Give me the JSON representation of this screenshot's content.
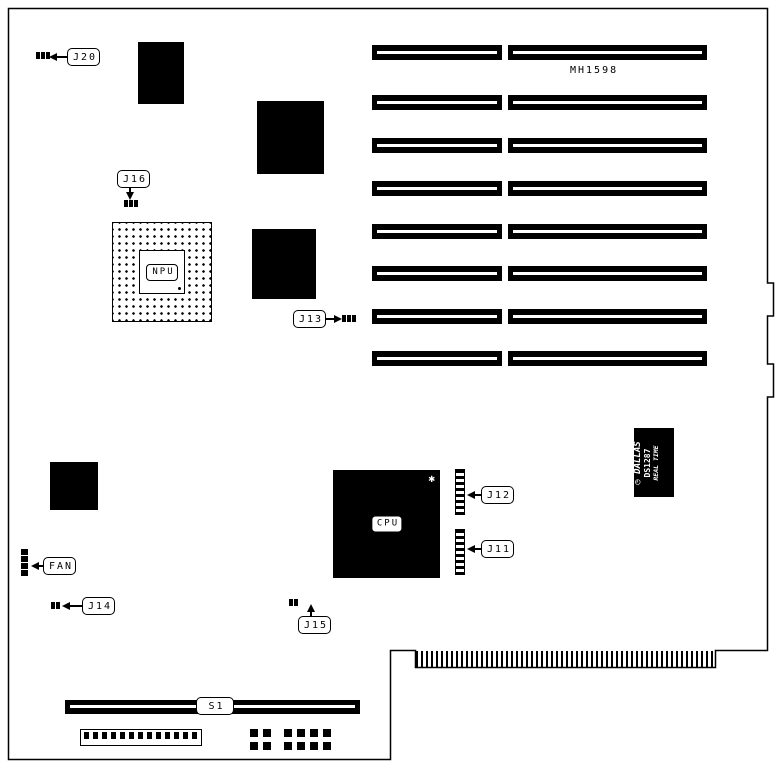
{
  "diagram": {
    "type": "motherboard-layout",
    "slot_bank_label": "MH1598",
    "callouts": {
      "j20": "J20",
      "j16": "J16",
      "j13": "J13",
      "j12": "J12",
      "j11": "J11",
      "j14": "J14",
      "j15": "J15",
      "fan": "FAN",
      "s1": "S1"
    },
    "chips": {
      "npu_label": "NPU",
      "cpu_label": "CPU",
      "cpu_pin1_marker": "✱",
      "dallas_clock_icon": "◷",
      "dallas_brand": "DALLAS",
      "dallas_model": "DS1287",
      "dallas_type": "REAL TIME"
    },
    "colors": {
      "ink": "#000000",
      "paper": "#ffffff"
    }
  }
}
